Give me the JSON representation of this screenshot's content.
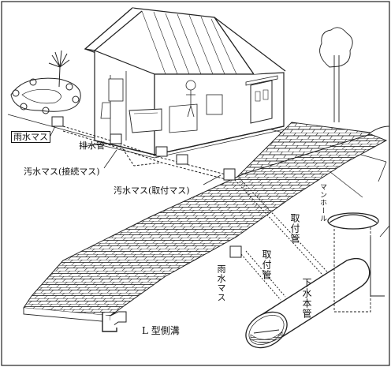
{
  "labels": {
    "rain_inlet": "雨水マス",
    "drain_pipe": "排水管",
    "sewage_inlet_connection": "汚水マス(接続マス)",
    "sewage_inlet_service": "汚水マス(取付マス)",
    "manhole": "マンホール",
    "service_pipe_upper": "取付管",
    "service_pipe_lower": "取付管",
    "sewer_main": "下水本管",
    "rain_inlet_street": "雨水マス",
    "l_gutter": "L 型側溝"
  }
}
